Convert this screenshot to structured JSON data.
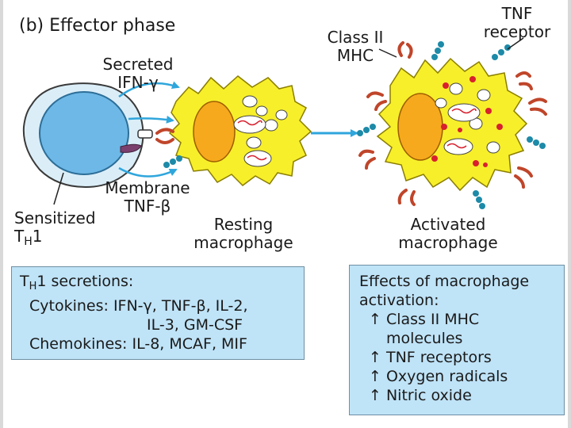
{
  "title": "(b) Effector phase",
  "labels": {
    "secreted": "Secreted",
    "ifn_gamma": "IFN-γ",
    "membrane": "Membrane",
    "tnf_beta": "TNF-β",
    "sensitized": "Sensitized",
    "th1_T": "T",
    "th1_H": "H",
    "th1_1": "1",
    "class_ii": "Class II",
    "mhc": "MHC",
    "tnf": "TNF",
    "receptor": "receptor",
    "resting": "Resting",
    "resting_macrophage": "macrophage",
    "activated": "Activated",
    "activated_macrophage": "macrophage"
  },
  "secretions_box": {
    "heading_T": "T",
    "heading_H": "H",
    "heading_rest": "1 secretions:",
    "cytokines": "Cytokines: IFN-γ, TNF-β, IL-2,",
    "cytokines_cont": "IL-3, GM-CSF",
    "chemokines": "Chemokines: IL-8, MCAF, MIF"
  },
  "effects_box": {
    "heading1": "Effects of macrophage",
    "heading2": "activation:",
    "item1": "↑ Class II MHC",
    "item1_cont": "molecules",
    "item2": "↑ TNF receptors",
    "item3": "↑ Oxygen radicals",
    "item4": "↑  Nitric oxide"
  },
  "colors": {
    "macrophage": "#f7ef2a",
    "nucleus": "#f6a91c",
    "tcell_outer": "#dbeef8",
    "tcell_nucleus": "#6db8e6",
    "box_fill": "#bfe3f7",
    "arrow": "#2fa6dc",
    "mhc_receptor": "#c0452a",
    "tnf_receptor": "#1d8aa8",
    "granule": "#d8202e"
  }
}
